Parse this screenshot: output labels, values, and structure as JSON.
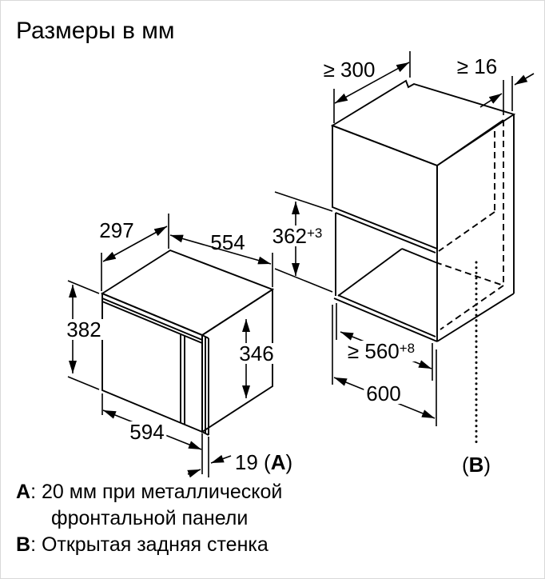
{
  "title": "Размеры в мм",
  "microwave": {
    "dims": {
      "depth": "297",
      "body_width": "554",
      "front_height": "382",
      "body_height": "346",
      "front_width": "594",
      "door_protrusion": "19",
      "ref_open": "(",
      "ref_key": "A",
      "ref_close": ")"
    }
  },
  "cabinet": {
    "dims": {
      "min_top_depth": "≥ 300",
      "min_side_thickness": "≥ 16",
      "niche_height": "362",
      "niche_height_tolerance": "+3",
      "min_niche_width": "≥ 560",
      "niche_width_tolerance": "+8",
      "cabinet_width": "600",
      "back_ref_open": "(",
      "back_ref_key": "B",
      "back_ref_close": ")"
    }
  },
  "notes": {
    "a_key": "A",
    "a_line1": ": 20 мм при металлической",
    "a_line2": "фронтальной панели",
    "b_key": "B",
    "b_line": ": Открытая задняя стенка"
  },
  "colors": {
    "line": "#000000",
    "background": "#ffffff"
  }
}
